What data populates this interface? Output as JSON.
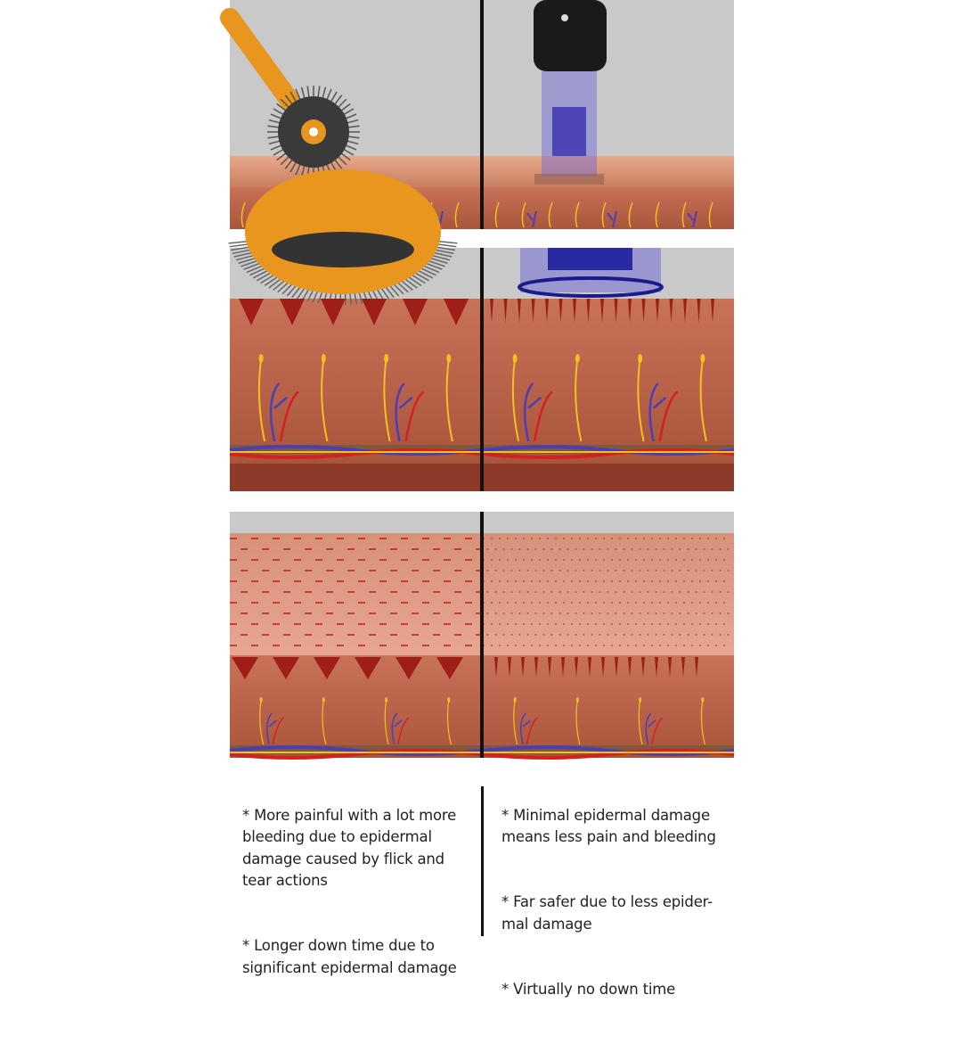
{
  "comparison": {
    "left_points": [
      "* More painful with a lot more\nbleeding due to epidermal\ndamage caused by flick and\ntear actions",
      "* Longer down time due to\nsignificant epidermal damage"
    ],
    "right_points": [
      "* Minimal epidermal damage\nmeans less pain and bleeding",
      "* Far safer due to less epider-\nmal damage",
      "* Virtually no down time"
    ]
  },
  "colors": {
    "background_gray": "#c9c9c9",
    "skin_surface": "#d99a7c",
    "dermis": "#b5634a",
    "roller_arm": "#e8961e",
    "roller_wheel": "#3a3a3a",
    "pen_body": "#1a1a1a",
    "pen_cartridge": "#6a63d8",
    "nerve": "#f2c21c",
    "artery": "#d42020",
    "vein": "#4a3fb8"
  },
  "icons": {
    "left_tool": "derma-roller-icon",
    "right_tool": "microneedling-pen-icon"
  }
}
